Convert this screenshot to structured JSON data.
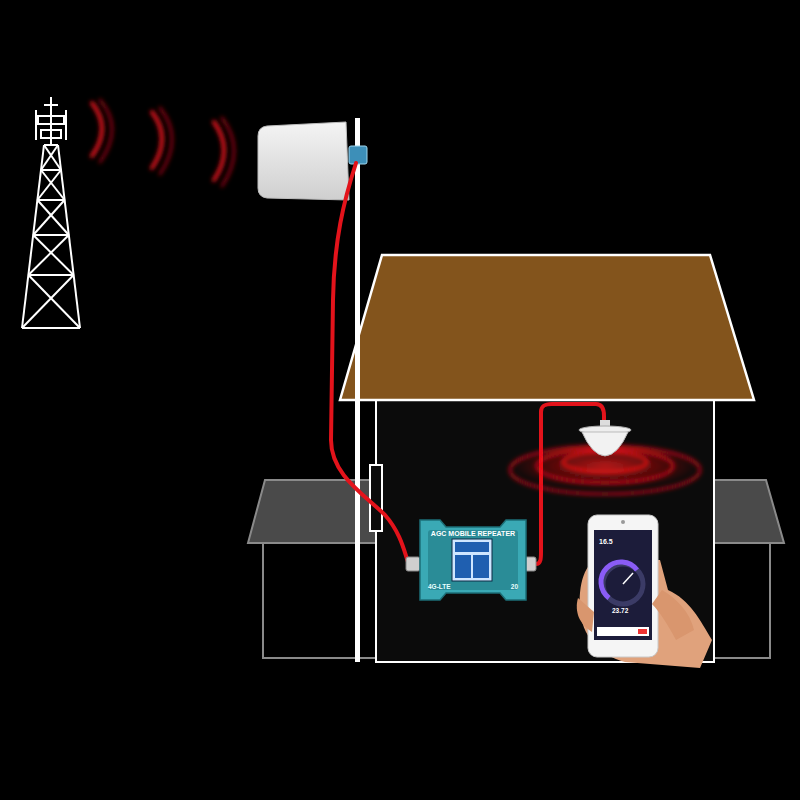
{
  "diagram": {
    "nodes": [
      {
        "text": [
          "AGC MOBILE REPEATER",
          "4G-LTE",
          "20"
        ]
      }
    ],
    "labels": [
      "16.5",
      "23.72"
    ]
  }
}
